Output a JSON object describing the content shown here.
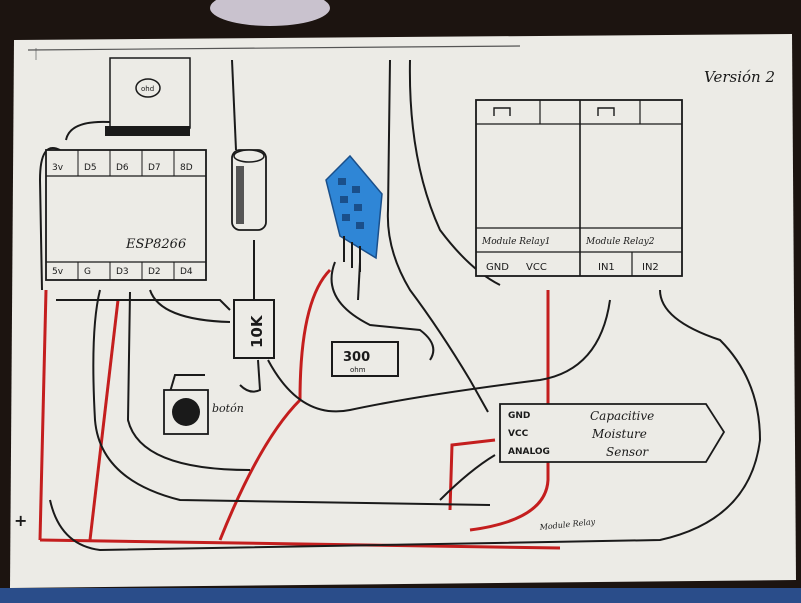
{
  "colors": {
    "paper": "#ecebe6",
    "ink": "#1a1a1a",
    "red_wire": "#c41e1e",
    "sensor_blue": "#2f86d6",
    "background": "#1c1410"
  },
  "labels": {
    "version": "Versión 2",
    "esp": "ESP8266",
    "esp_pins_top": [
      "3v",
      "D5",
      "D6",
      "D7",
      "8D"
    ],
    "esp_pins_bottom": [
      "5v",
      "G",
      "D3",
      "D2",
      "D4"
    ],
    "module_top_label": "ohd",
    "resistor_10k": "10K",
    "resistor_300_value": "300",
    "resistor_300_unit": "ohm",
    "button": "botón",
    "relay1": "Module Relay1",
    "relay2": "Module Relay2",
    "relay_gnd": "GND",
    "relay_vcc": "VCC",
    "relay_in1": "IN1",
    "relay_in2": "IN2",
    "sensor_gnd": "GND",
    "sensor_vcc": "VCC",
    "sensor_analog": "ANALOG",
    "sensor_name": [
      "Capacitive",
      "Moisture",
      "Sensor"
    ],
    "plus_sign": "+",
    "wire_note": "Module Relay"
  }
}
